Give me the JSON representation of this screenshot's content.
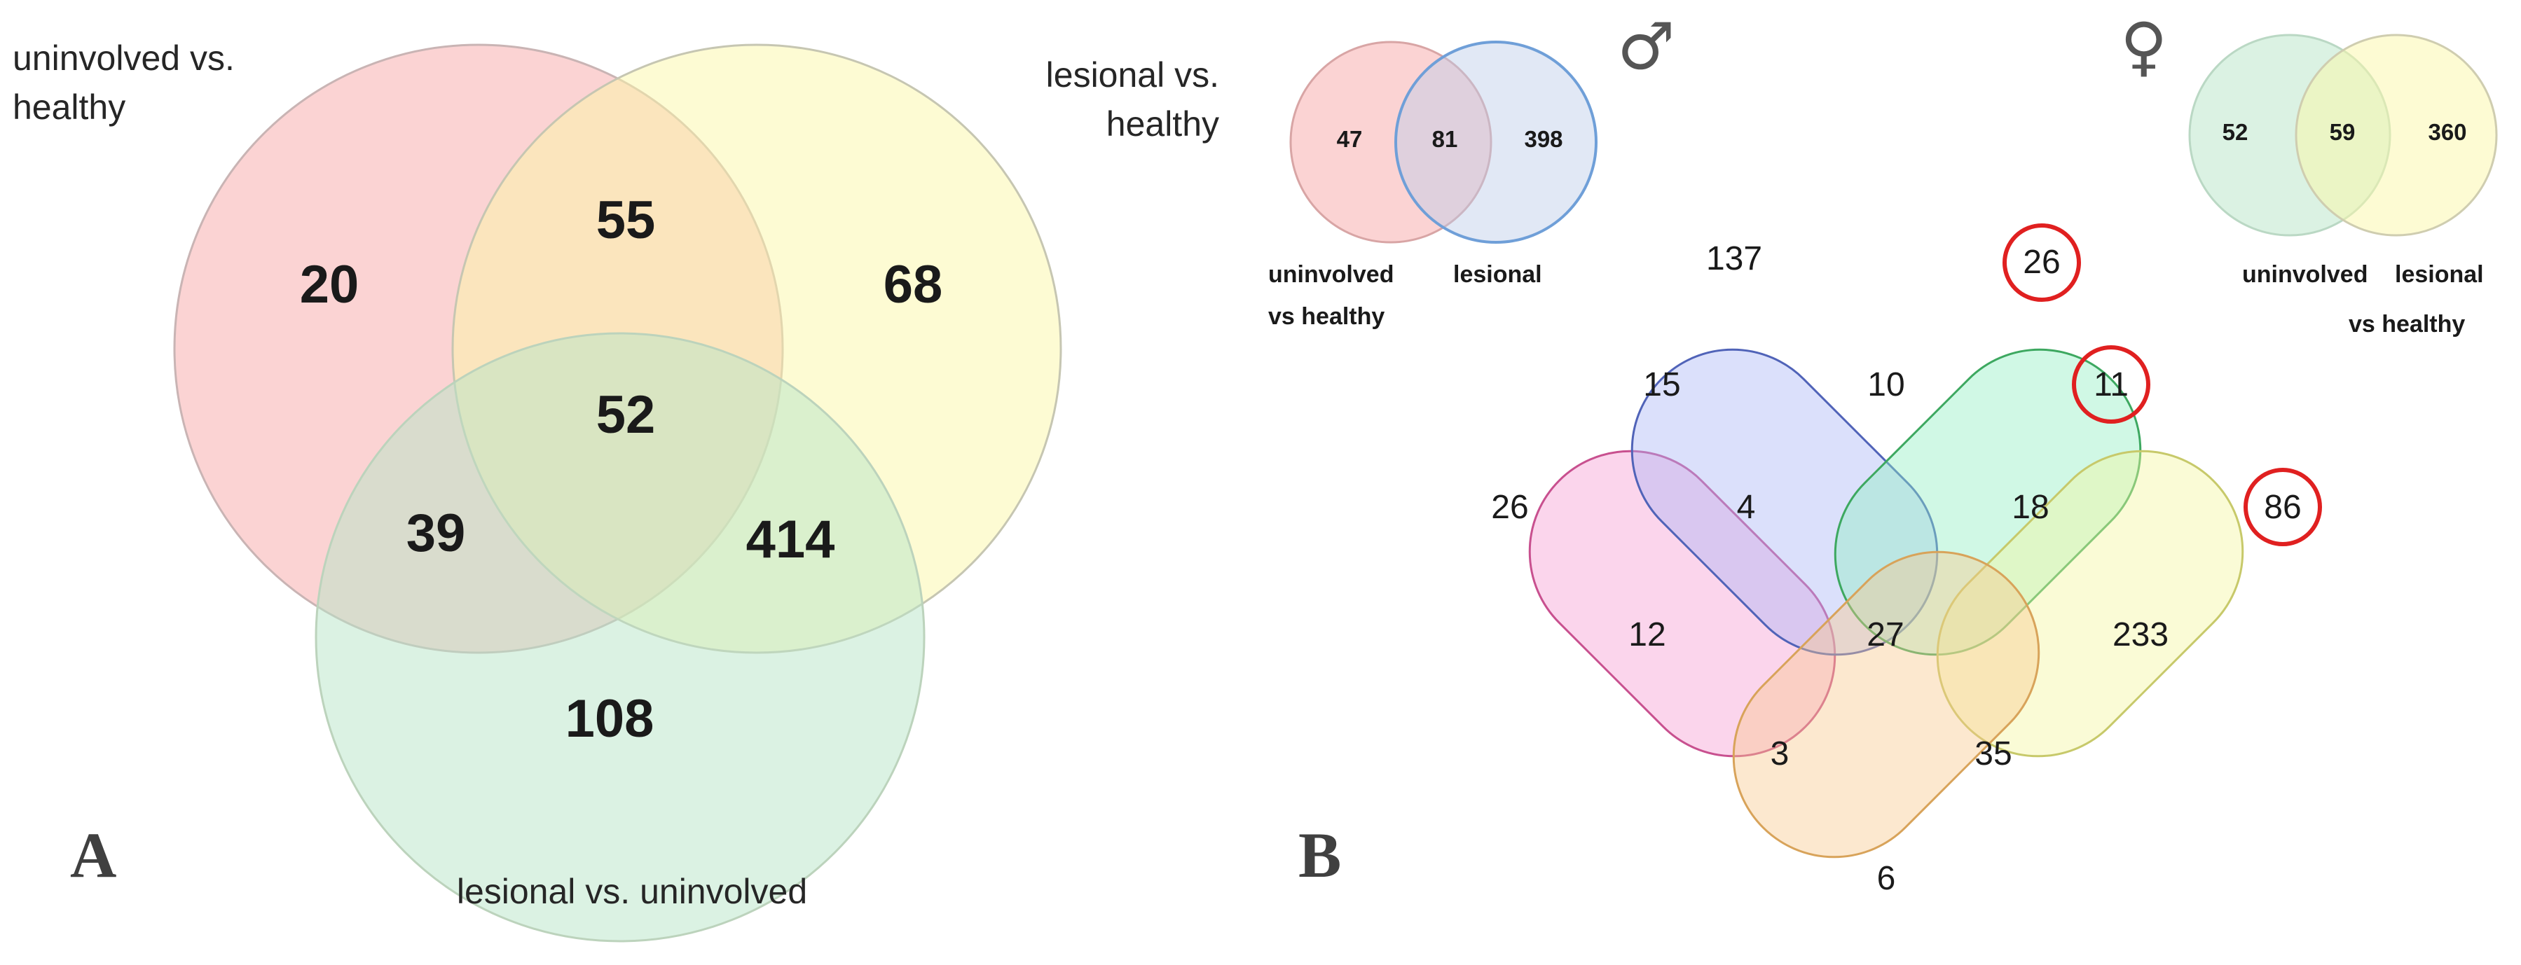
{
  "panel_a": {
    "letter": "A",
    "set_labels": {
      "uninvolved_vs_healthy": [
        "uninvolved vs.",
        "healthy"
      ],
      "lesional_vs_healthy": [
        "lesional vs.",
        "healthy"
      ],
      "lesional_vs_uninvolved": "lesional vs. uninvolved"
    },
    "counts": {
      "uninvolved_only": "20",
      "uninvolved_lesional": "55",
      "lesional_only": "68",
      "all_three": "52",
      "uninvolved_lvu": "39",
      "lesional_lvu": "414",
      "lvu_only": "108"
    },
    "colors": {
      "red": "#f7a8a8",
      "yellow": "#fbf7a8",
      "green": "#b8e6c8"
    }
  },
  "panel_b": {
    "letter": "B",
    "male_symbol": "♂",
    "female_symbol": "♀",
    "male_venn": {
      "left_count": "47",
      "overlap_count": "81",
      "right_count": "398",
      "labels": [
        "uninvolved",
        "vs healthy",
        "lesional"
      ]
    },
    "female_venn": {
      "left_count": "52",
      "overlap_count": "59",
      "right_count": "360",
      "labels": [
        "uninvolved",
        "lesional",
        "vs healthy"
      ]
    },
    "four_way_counts": {
      "c137": "137",
      "c26_top": "26",
      "c15": "15",
      "c10": "10",
      "c11": "11",
      "c26_left": "26",
      "c4": "4",
      "c18": "18",
      "c86": "86",
      "c12": "12",
      "c27": "27",
      "c233": "233",
      "c3": "3",
      "c35": "35",
      "c6": "6"
    },
    "highlighted": [
      "26",
      "11",
      "86"
    ],
    "colors": {
      "pink": "#f59bd2",
      "blue": "#a9b4f5",
      "green": "#8fefc0",
      "yellow": "#f3f59d",
      "orange": "#f9c98c",
      "highlight": "#e02020"
    }
  }
}
